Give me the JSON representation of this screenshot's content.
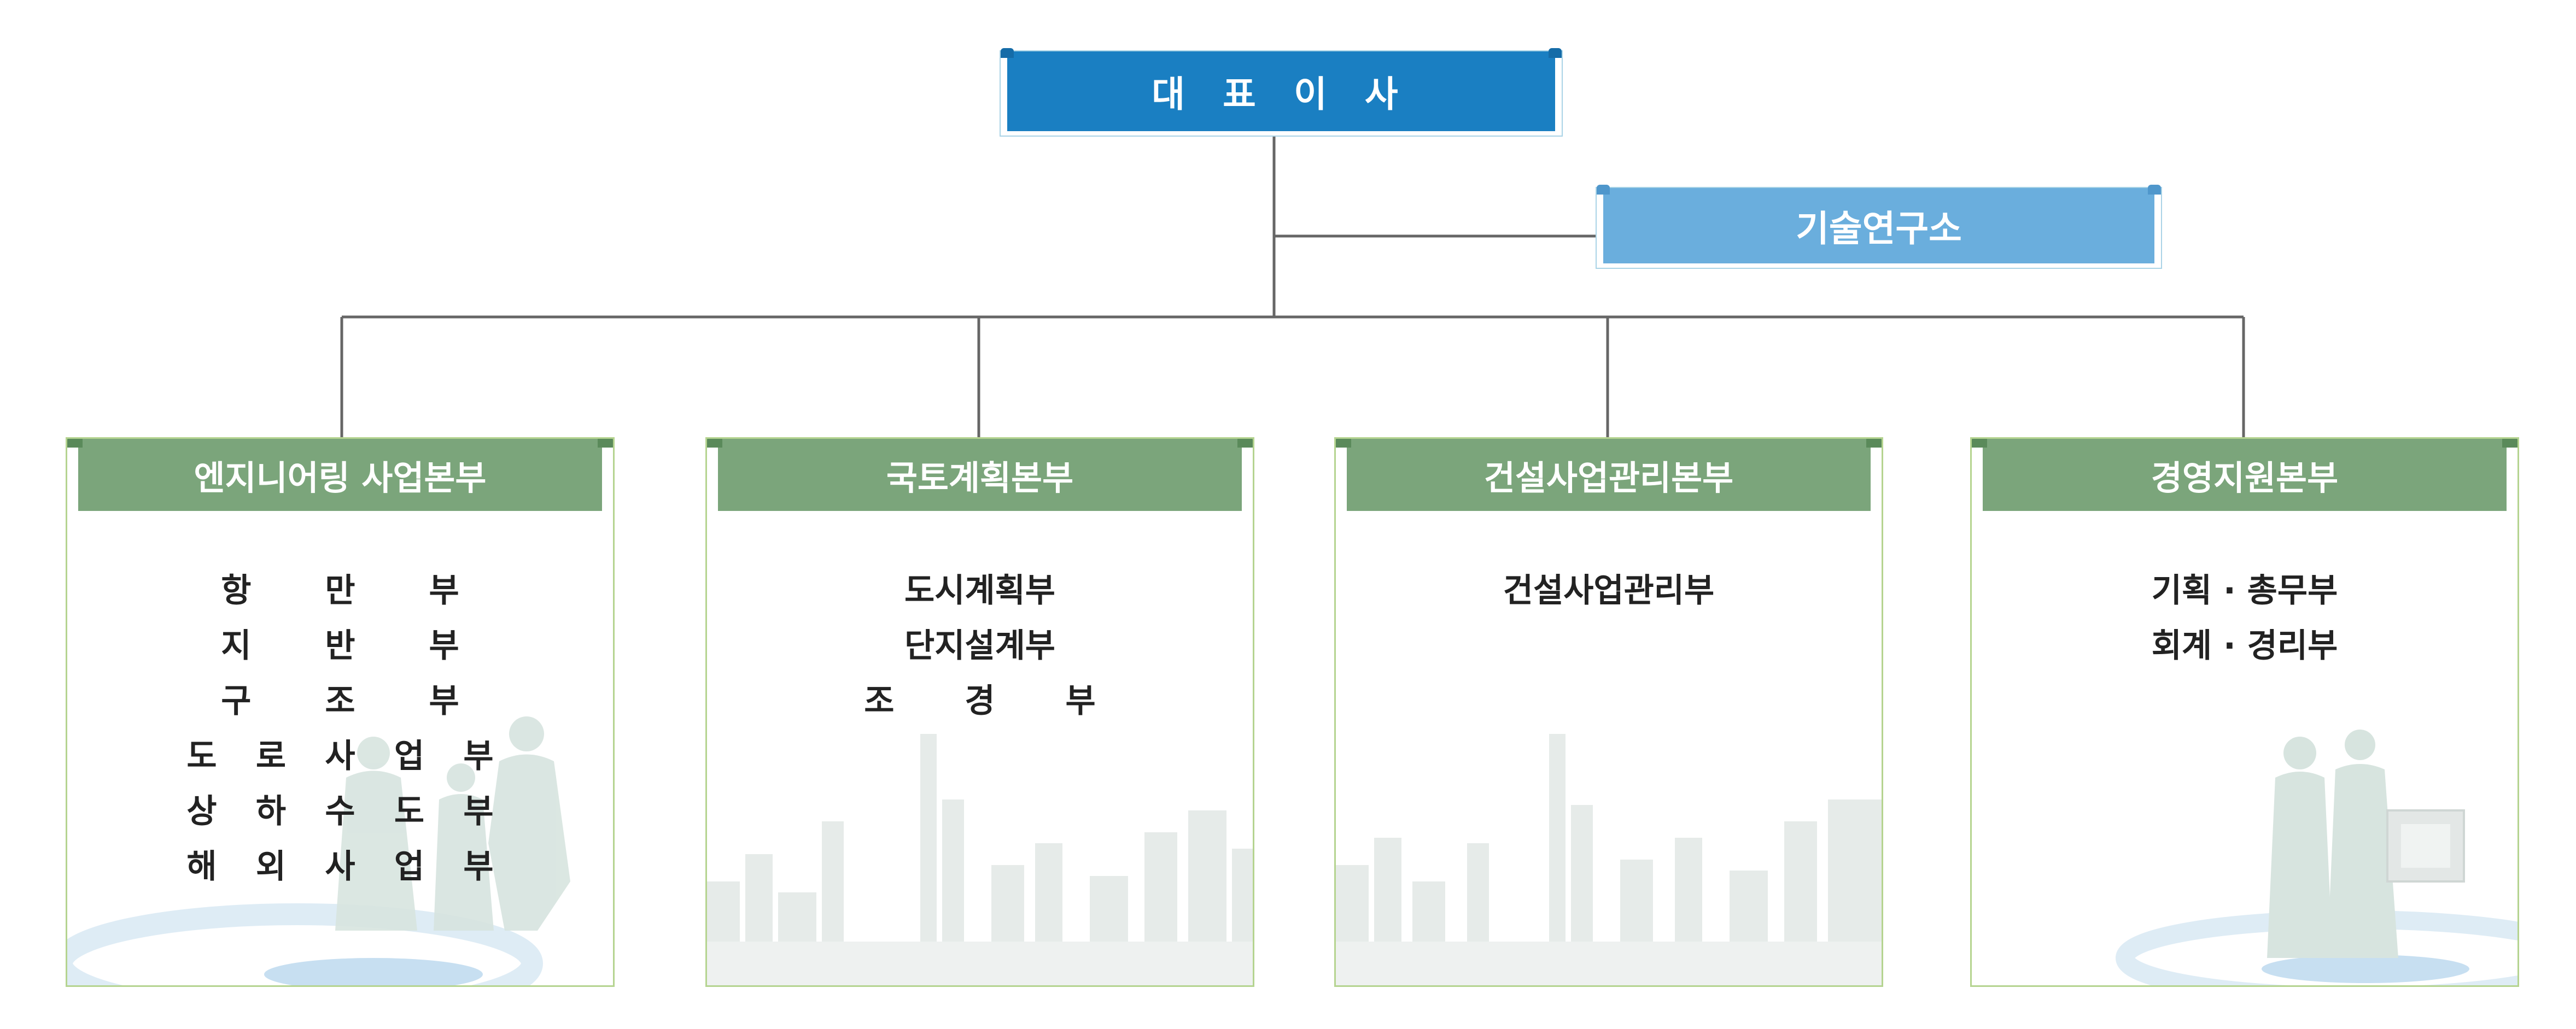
{
  "ceo": {
    "label": "대 표 이 사"
  },
  "lab": {
    "label": "기술연구소"
  },
  "divisions": [
    {
      "name": "엔지니어링 사업본부",
      "departments": [
        "항 만 부",
        "지 반 부",
        "구 조 부",
        "도 로 사 업 부",
        "상 하 수 도 부",
        "해 외 사 업 부"
      ]
    },
    {
      "name": "국토계획본부",
      "departments": [
        "도시계획부",
        "단지설계부",
        "조 경 부"
      ]
    },
    {
      "name": "건설사업관리본부",
      "departments": [
        "건설사업관리부"
      ]
    },
    {
      "name": "경영지원본부",
      "departments": [
        "기획 · 총무부",
        "회계 · 경리부"
      ]
    }
  ],
  "colors": {
    "ceo_blue": "#1a7fc2",
    "lab_blue": "#6aaedd",
    "division_green": "#7ba57b",
    "panel_border": "#b5d490",
    "connector": "#666666"
  }
}
